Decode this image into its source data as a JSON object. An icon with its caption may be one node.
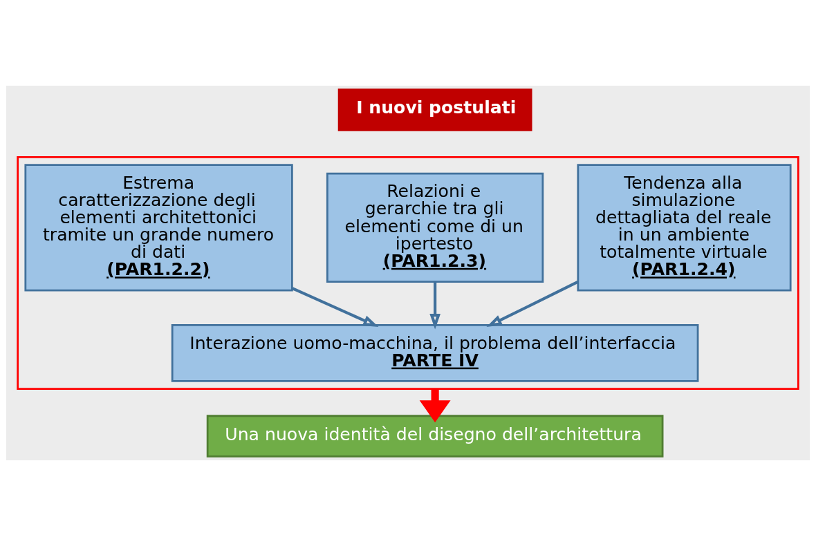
{
  "diagram": {
    "nodes": [
      {
        "text": [
          "I nuovi postulati"
        ]
      },
      {
        "text": [],
        "shape": "box"
      },
      {
        "text": [
          "Estrema caratterizzazione degli elementi architettonici tramite un grande numero di dati",
          "(PAR1.2.2)"
        ],
        "in": 1
      },
      {
        "text": [
          "Relazioni e gerarchie tra gli elementi come di un ipertesto",
          "(PAR1.2.3)"
        ],
        "in": 1
      },
      {
        "text": [
          "Tendenza alla simulazione dettagliata del reale in un ambiente totalmente virtuale",
          "(PAR1.2.4)"
        ],
        "in": 1
      },
      {
        "text": [
          "Interazione uomo-macchina, il problema dell’interfaccia",
          "PARTE IV"
        ],
        "in": 1
      },
      {
        "text": [
          "Una nuova identità del disegno dell’architettura"
        ]
      }
    ],
    "edges": [
      {
        "from": 2,
        "to": 5,
        "arrow": "to"
      },
      {
        "from": 3,
        "to": 5,
        "arrow": "to"
      },
      {
        "from": 4,
        "to": 5,
        "arrow": "to"
      },
      {
        "from": 1,
        "to": 6,
        "arrow": "to",
        "style": "thick",
        "color": "#ff0000"
      }
    ]
  }
}
